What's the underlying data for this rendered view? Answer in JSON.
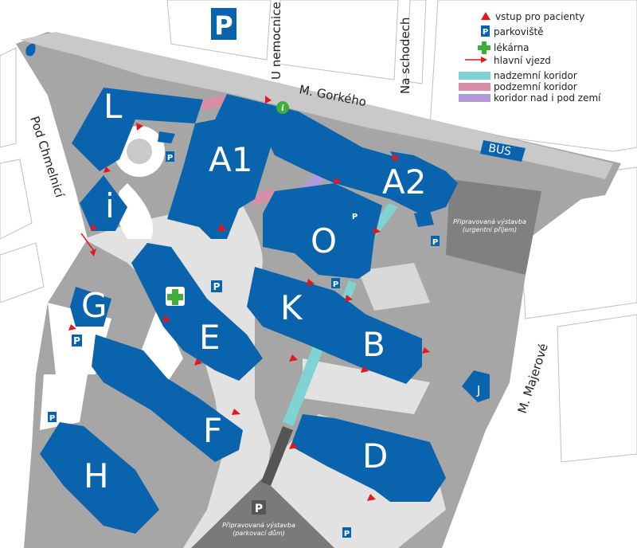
{
  "legend": {
    "entrance": "vstup pro pacienty",
    "parking": "parkoviště",
    "pharmacy": "lékárna",
    "main_entry": "hlavní vjezd",
    "corridor_above": "nadzemní koridor",
    "corridor_below": "podzemní koridor",
    "corridor_both": "koridor nad i pod zemí",
    "colors": {
      "above": "#7fd3d3",
      "below": "#d98ea8",
      "both": "#b39ad8",
      "entrance": "#e8151c",
      "building": "#0a63ad",
      "pharmacy": "#3fae3a"
    }
  },
  "streets": {
    "u_nemocnice": "U nemocnice",
    "na_schodech": "Na schodech",
    "m_gorkeho": "M. Gorkého",
    "pod_chmelnici": "Pod Chmelnicí",
    "m_majerove": "M. Majerové"
  },
  "buildings": {
    "L": "L",
    "A1": "A1",
    "A2": "A2",
    "i": "i",
    "O": "O",
    "K": "K",
    "G": "G",
    "E": "E",
    "B": "B",
    "F": "F",
    "J": "J",
    "D": "D",
    "H": "H"
  },
  "bus": "BUS",
  "parking_letter": "P",
  "info_letter": "i",
  "planned_urgent": {
    "line1": "Připravovaná výstavba",
    "line2": "(urgentní příjem)"
  },
  "planned_parking": {
    "line1": "Připravovaná výstavba",
    "line2": "(parkovací dům)"
  }
}
